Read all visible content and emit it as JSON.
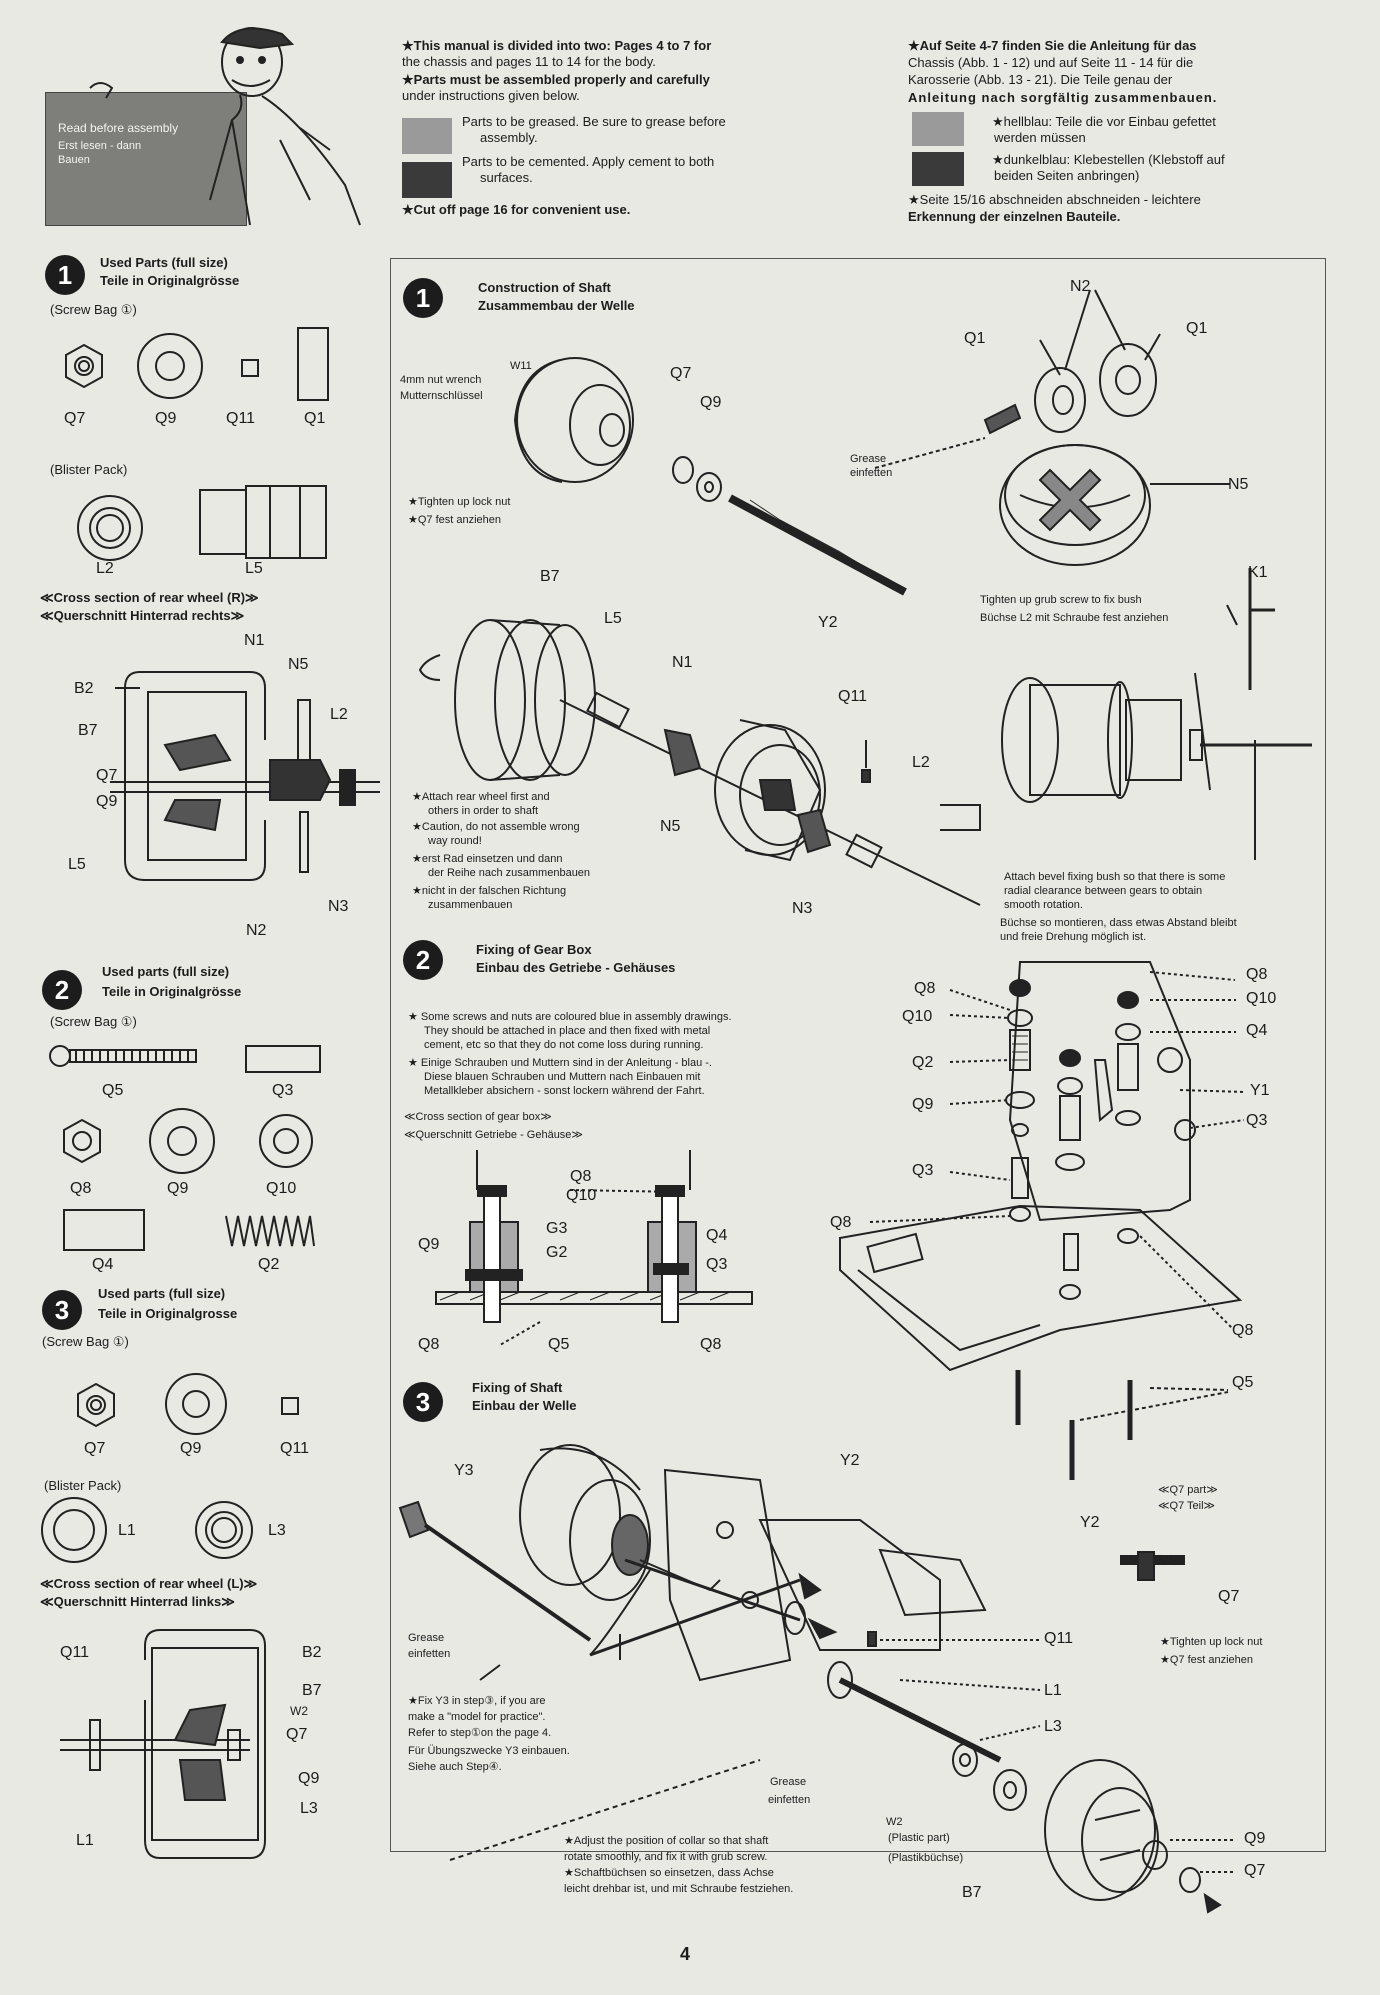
{
  "colors": {
    "grease": "#9a9a9a",
    "cement": "#3a3a3a",
    "ink": "#1c1c1c",
    "paper": "#e9e9e4"
  },
  "header": {
    "read_en": "Read before assembly",
    "read_de1": "Erst lesen - dann",
    "read_de2": "Bauen",
    "en1": "★This manual is divided into two: Pages 4 to 7 for",
    "en2": "the chassis and pages 11 to 14 for the body.",
    "en3": "★Parts must be assembled properly and carefully",
    "en4": "under instructions given below.",
    "grease1": "Parts to be greased. Be sure to grease before",
    "grease2": "assembly.",
    "cement1": "Parts to be cemented. Apply cement to both",
    "cement2": "surfaces.",
    "cutoff": "★Cut off page 16 for convenient use.",
    "de1": "★Auf Seite 4-7 finden Sie die Anleitung für das",
    "de2": "Chassis (Abb. 1 - 12) und auf Seite 11 - 14 für die",
    "de3": "Karosserie (Abb. 13 - 21). Die Teile genau der",
    "de4": "Anleitung nach sorgfältig zusammenbauen.",
    "de_grease1": "★hellblau: Teile die vor Einbau gefettet",
    "de_grease2": "werden müssen",
    "de_cement1": "★dunkelblau: Klebestellen (Klebstoff auf",
    "de_cement2": "beiden Seiten anbringen)",
    "de5": "★Seite 15/16 abschneiden abschneiden - leichtere",
    "de6": "Erkennung der einzelnen Bauteile."
  },
  "left": {
    "s1": {
      "num": "1",
      "title_en": "Used Parts (full size)",
      "title_de": "Teile in Originalgrösse",
      "bag": "(Screw Bag ①)",
      "parts": [
        "Q7",
        "Q9",
        "Q11",
        "Q1"
      ],
      "blister": "(Blister Pack)",
      "parts2": [
        "L2",
        "L5"
      ],
      "cross_en": "≪Cross section of rear wheel (R)≫",
      "cross_de": "≪Querschnitt Hinterrad rechts≫",
      "cross_labels": [
        "N1",
        "N5",
        "B2",
        "L2",
        "B7",
        "Q7",
        "Q9",
        "L5",
        "N2",
        "N3"
      ]
    },
    "s2": {
      "num": "2",
      "title_en": "Used parts (full size)",
      "title_de": "Teile in Originalgrösse",
      "bag": "(Screw Bag ①)",
      "parts": [
        "Q5",
        "Q3",
        "Q8",
        "Q9",
        "Q10",
        "Q4",
        "Q2"
      ]
    },
    "s3": {
      "num": "3",
      "title_en": "Used parts (full size)",
      "title_de": "Teile in Originalgrosse",
      "bag": "(Screw Bag ①)",
      "parts": [
        "Q7",
        "Q9",
        "Q11"
      ],
      "blister": "(Blister Pack)",
      "parts2": [
        "L1",
        "L3"
      ],
      "cross_en": "≪Cross section of rear wheel (L)≫",
      "cross_de": "≪Querschnitt Hinterrad links≫",
      "cross_labels": [
        "Q11",
        "B2",
        "B7",
        "W2",
        "Q7",
        "Q9",
        "L3",
        "L1"
      ]
    }
  },
  "step1": {
    "num": "1",
    "title_en": "Construction of Shaft",
    "title_de": "Zusammembau der Welle",
    "w11": "W11",
    "wrench_en": "4mm nut wrench",
    "wrench_de": "Mutternschlüssel",
    "tighten_en": "★Tighten up lock nut",
    "tighten_de": "★Q7 fest anziehen",
    "grease_en": "Grease",
    "grease_de": "einfetten",
    "grub_en": "Tighten up grub screw to fix bush",
    "grub_de": "Büchse L2 mit Schraube fest anziehen",
    "attach1": "★Attach rear wheel first and",
    "attach2": "others in order to shaft",
    "caution1": "★Caution, do not assemble wrong",
    "caution2": "way round!",
    "de_a1": "★erst Rad einsetzen und dann",
    "de_a2": "der Reihe nach zusammenbauen",
    "de_b1": "★nicht in der falschen Richtung",
    "de_b2": "zusammenbauen",
    "bevel1": "Attach bevel fixing bush so that there is some",
    "bevel2": "radial clearance between gears to obtain",
    "bevel3": "smooth rotation.",
    "bevel_de1": "Büchse so montieren, dass etwas Abstand bleibt",
    "bevel_de2": "und freie Drehung möglich ist.",
    "labels": [
      "N2",
      "Q1",
      "Q1",
      "Q7",
      "Q9",
      "N5",
      "Y2",
      "K1",
      "B7",
      "L5",
      "N1",
      "Q11",
      "L2",
      "N5",
      "N3"
    ]
  },
  "step2": {
    "num": "2",
    "title_en": "Fixing of Gear Box",
    "title_de": "Einbau des Getriebe - Gehäuses",
    "n1": "★ Some screws and nuts are coloured blue in assembly drawings.",
    "n2": "They should be attached in place and then fixed with metal",
    "n3": "cement, etc so that they do not come loss during running.",
    "n4": "★ Einige Schrauben und Muttern sind in der Anleitung - blau -.",
    "n5": "Diese blauen Schrauben und Muttern nach Einbauen mit",
    "n6": "Metallkleber absichern - sonst lockern während der Fahrt.",
    "cross_en": "≪Cross section of gear box≫",
    "cross_de": "≪Querschnitt Getriebe - Gehäuse≫",
    "cross_labels": [
      "Q8",
      "Q10",
      "Q9",
      "G3",
      "G2",
      "Q4",
      "Q3",
      "Q8",
      "Q5",
      "Q8"
    ],
    "labels": [
      "Q8",
      "Q10",
      "Q2",
      "Q9",
      "Q3",
      "Q8",
      "Q8",
      "Q10",
      "Q4",
      "Y1",
      "Q3",
      "Q8",
      "Q5"
    ]
  },
  "step3": {
    "num": "3",
    "title_en": "Fixing of Shaft",
    "title_de": "Einbau der Welle",
    "grease_en": "Grease",
    "grease_de": "einfetten",
    "grease2_en": "Grease",
    "grease2_de": "einfetten",
    "fix1": "★Fix Y3 in step③, if you are",
    "fix2": "make a \"model for practice\".",
    "fix3": "Refer to step①on the page 4.",
    "fix_de1": "Für Übungszwecke Y3 einbauen.",
    "fix_de2": "Siehe auch Step④.",
    "q7part_en": "≪Q7 part≫",
    "q7part_de": "≪Q7 Teil≫",
    "tighten_en": "★Tighten up lock nut",
    "tighten_de": "★Q7 fest anziehen",
    "plastic_en": "(Plastic part)",
    "plastic_de": "(Plastikbüchse)",
    "adjust1": "★Adjust the position of collar so that shaft",
    "adjust2": "rotate smoothly, and fix it with grub screw.",
    "adjust3": "★Schaftbüchsen so einsetzen, dass Achse",
    "adjust4": "leicht drehbar ist, und mit Schraube festziehen.",
    "labels": [
      "Y3",
      "Y2",
      "Y2",
      "Q7",
      "Q11",
      "L1",
      "L3",
      "W2",
      "B7",
      "Q9",
      "Q7"
    ]
  },
  "page_number": "4"
}
